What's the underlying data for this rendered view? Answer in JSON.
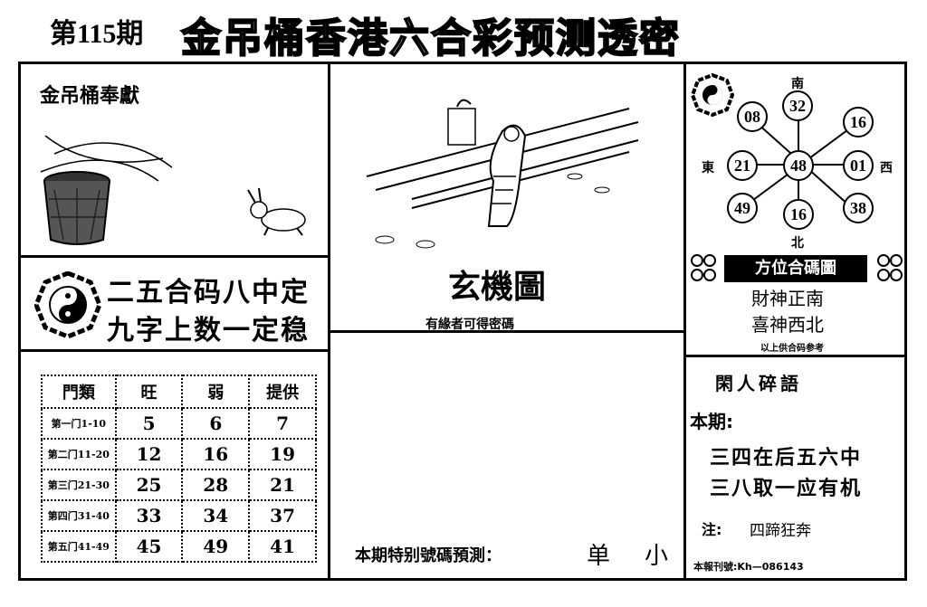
{
  "header": {
    "issue": "第115期",
    "title": "金吊桶香港六合彩预测透密"
  },
  "left_top": {
    "caption": "金吊桶奉獻"
  },
  "poem": {
    "line1": "二五合码八中定",
    "line2": "九字上数一定稳"
  },
  "table": {
    "headers": [
      "門類",
      "旺",
      "弱",
      "提供"
    ],
    "rows": [
      {
        "label": "第一门1-10",
        "values": [
          "5",
          "6",
          "7"
        ]
      },
      {
        "label": "第二门11-20",
        "values": [
          "12",
          "16",
          "19"
        ]
      },
      {
        "label": "第三门21-30",
        "values": [
          "25",
          "28",
          "21"
        ]
      },
      {
        "label": "第四门31-40",
        "values": [
          "33",
          "34",
          "37"
        ]
      },
      {
        "label": "第五门41-49",
        "values": [
          "45",
          "49",
          "41"
        ]
      }
    ]
  },
  "middle": {
    "title": "玄機圖",
    "subtitle": "有緣者可得密碼",
    "special_label": "本期特别號碼預測：",
    "special_values": [
      "单",
      "小"
    ]
  },
  "compass": {
    "center": "48",
    "numbers": {
      "nw": "08",
      "n": "32",
      "ne": "16",
      "w": "21",
      "e": "01",
      "sw": "49",
      "s": "16",
      "se": "38"
    },
    "directions": {
      "south": "南",
      "north": "北",
      "east": "東",
      "west": "西"
    }
  },
  "direction_panel": {
    "banner": "方位合碼圖",
    "line1": "財神正南",
    "line2": "喜神西北",
    "note": "以上供合码参考"
  },
  "gossip": {
    "heading": "閑人碎語",
    "label": "本期:",
    "line1": "三四在后五六中",
    "line2": "三八取一应有机",
    "note_label": "注:",
    "note_text": "四蹄狂奔",
    "footer": "本報刊號:Kh—086143"
  }
}
